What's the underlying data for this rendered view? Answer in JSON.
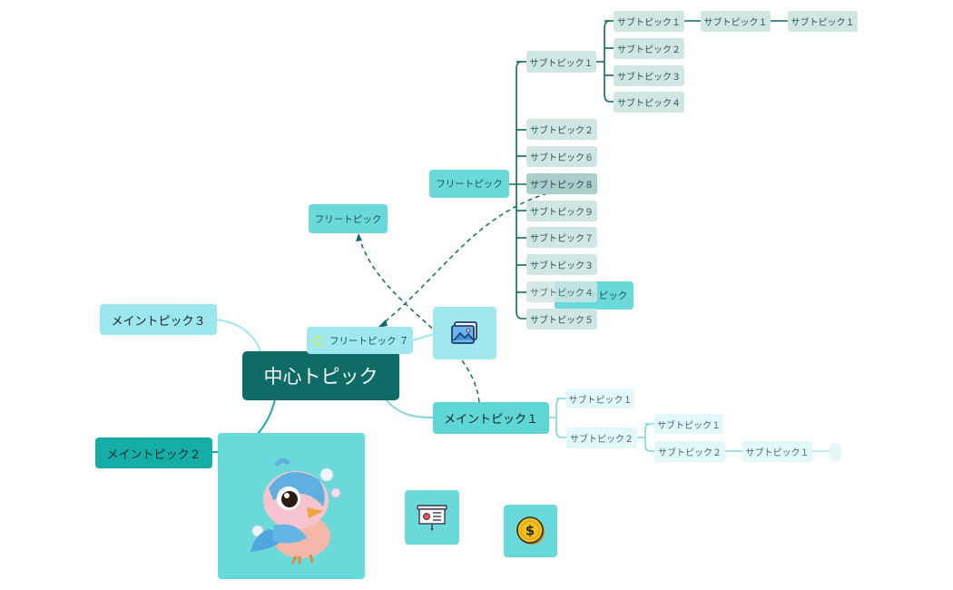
{
  "central": "中心トピック",
  "main_topics": {
    "t1": "メイントピック１",
    "t2": "メイントピック２",
    "t3": "メイントピック３"
  },
  "floating": {
    "a": "フリートピック",
    "b": "フリートピック",
    "c": "フリートピック ７",
    "d": "フリートピック"
  },
  "branch_upper": {
    "s1": "サブトピック１",
    "s1_children": [
      "サブトピック１",
      "サブトピック２",
      "サブトピック３",
      "サブトピック４"
    ],
    "s1_chain": [
      "サブトピック１",
      "サブトピック１"
    ],
    "list": [
      "サブトピック２",
      "サブトピック６",
      "サブトピック８",
      "サブトピック９",
      "サブトピック７",
      "サブトピック３",
      "サブトピック４",
      "サブトピック５"
    ]
  },
  "branch_main1": {
    "s1": "サブトピック１",
    "s2": "サブトピック２",
    "s2_children": [
      "サブトピック１",
      "サブトピック２"
    ],
    "s2_chain": "サブトピック１"
  },
  "icons": [
    "image-icon",
    "presentation-icon",
    "dollar-coin-icon",
    "bird-illustration"
  ],
  "colors": {
    "central": "#0f6b66",
    "main_light": "#9be7ee",
    "main_dark": "#14aea7",
    "float": "#6ad9d9",
    "sub_green": "#cfe6e3",
    "sub_pale": "#e3f8f9",
    "line_dark": "#0f6b66",
    "line_light": "#7fd6dc"
  }
}
